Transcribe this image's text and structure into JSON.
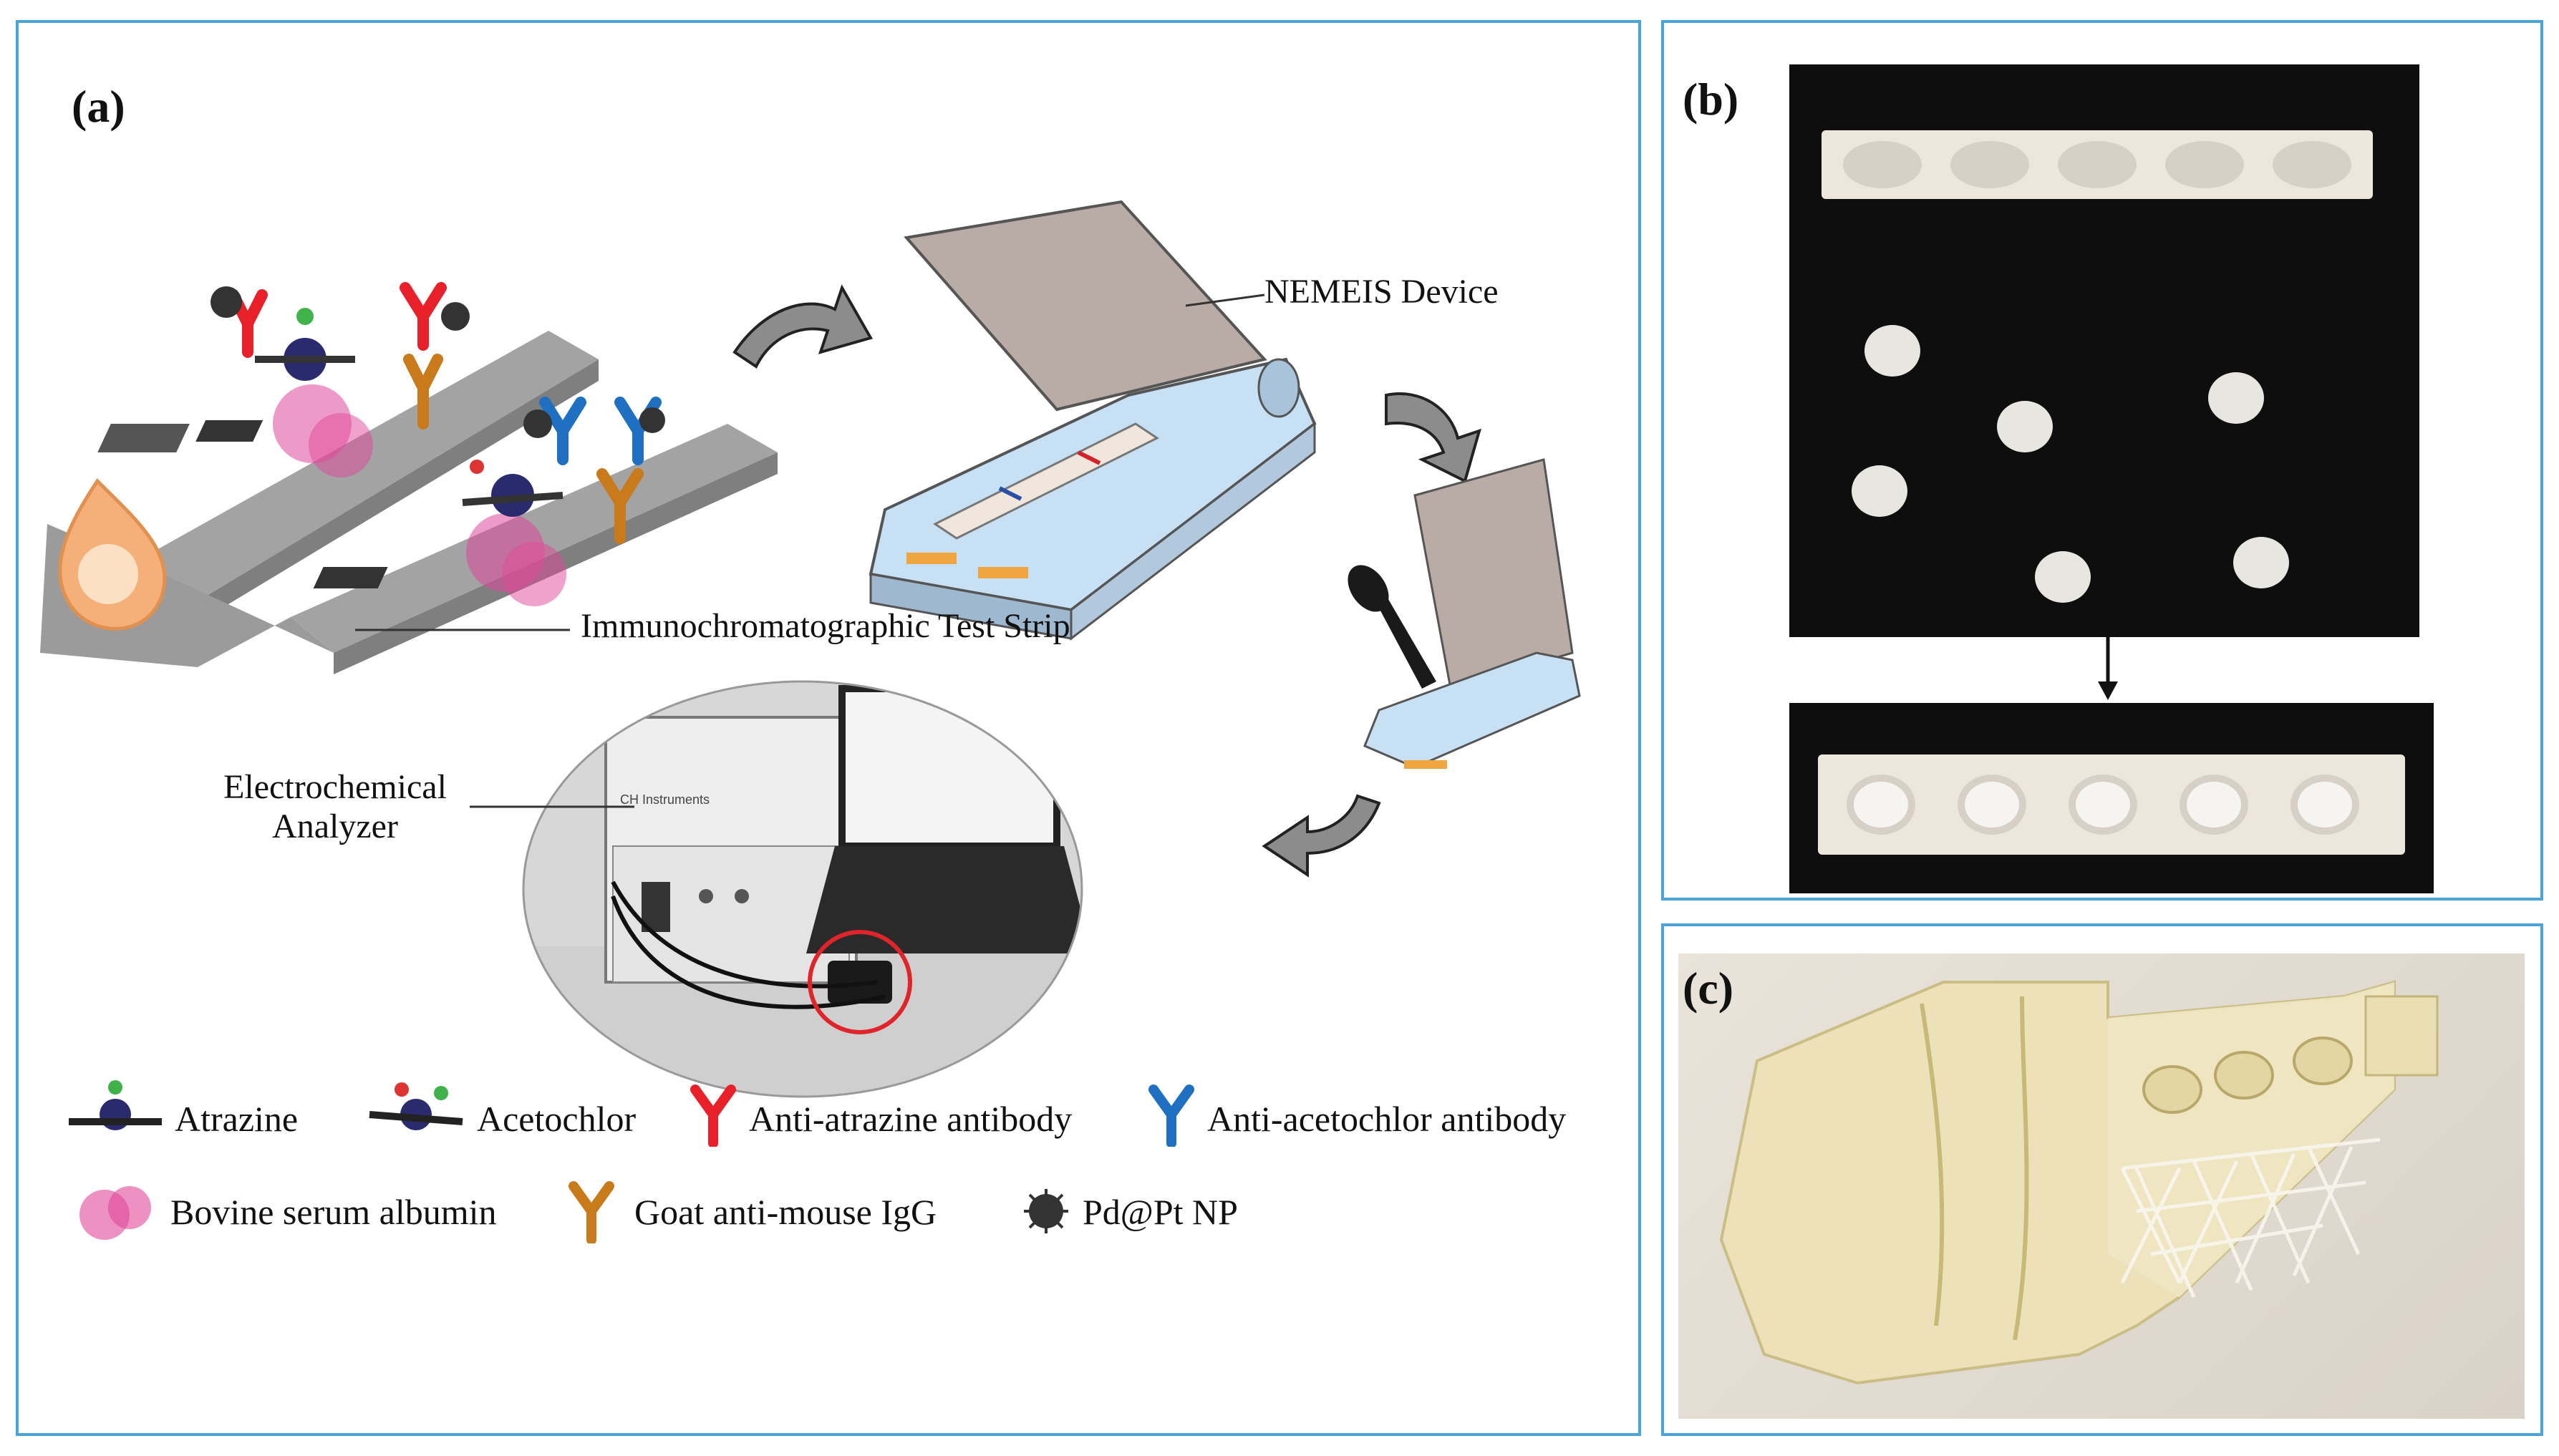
{
  "panels": {
    "a": {
      "label": "(a)"
    },
    "b": {
      "label": "(b)"
    },
    "c": {
      "label": "(c)"
    }
  },
  "annotations": {
    "device": "NEMEIS Device",
    "strip": "Immunochromatographic Test Strip",
    "analyzer_line1": "Electrochemical",
    "analyzer_line2": "Analyzer"
  },
  "instrument_brand": "CH Instruments",
  "legend": [
    {
      "label": "Atrazine",
      "icon": "atrazine-molecule-icon"
    },
    {
      "label": "Acetochlor",
      "icon": "acetochlor-molecule-icon"
    },
    {
      "label": "Anti-atrazine antibody",
      "icon": "antibody-icon",
      "color": "#e8202a"
    },
    {
      "label": "Anti-acetochlor antibody",
      "icon": "antibody-icon",
      "color": "#1f6fc2"
    },
    {
      "label": "Bovine serum albumin",
      "icon": "protein-icon",
      "color": "#e0479a"
    },
    {
      "label": "Goat anti-mouse IgG",
      "icon": "antibody-icon",
      "color": "#c97a1a"
    },
    {
      "label": "Pd@Pt NP",
      "icon": "nanoparticle-icon",
      "color": "#333333"
    }
  ],
  "colors": {
    "frame": "#4aa3d9",
    "anti_atrazine": "#e8202a",
    "anti_acetochlor": "#1f6fc2",
    "igg": "#c97a1a",
    "bsa": "#e0479a",
    "strip": "#9e9e9e",
    "device_lid": "#b9aba6",
    "device_tray": "#c7e0f4"
  }
}
